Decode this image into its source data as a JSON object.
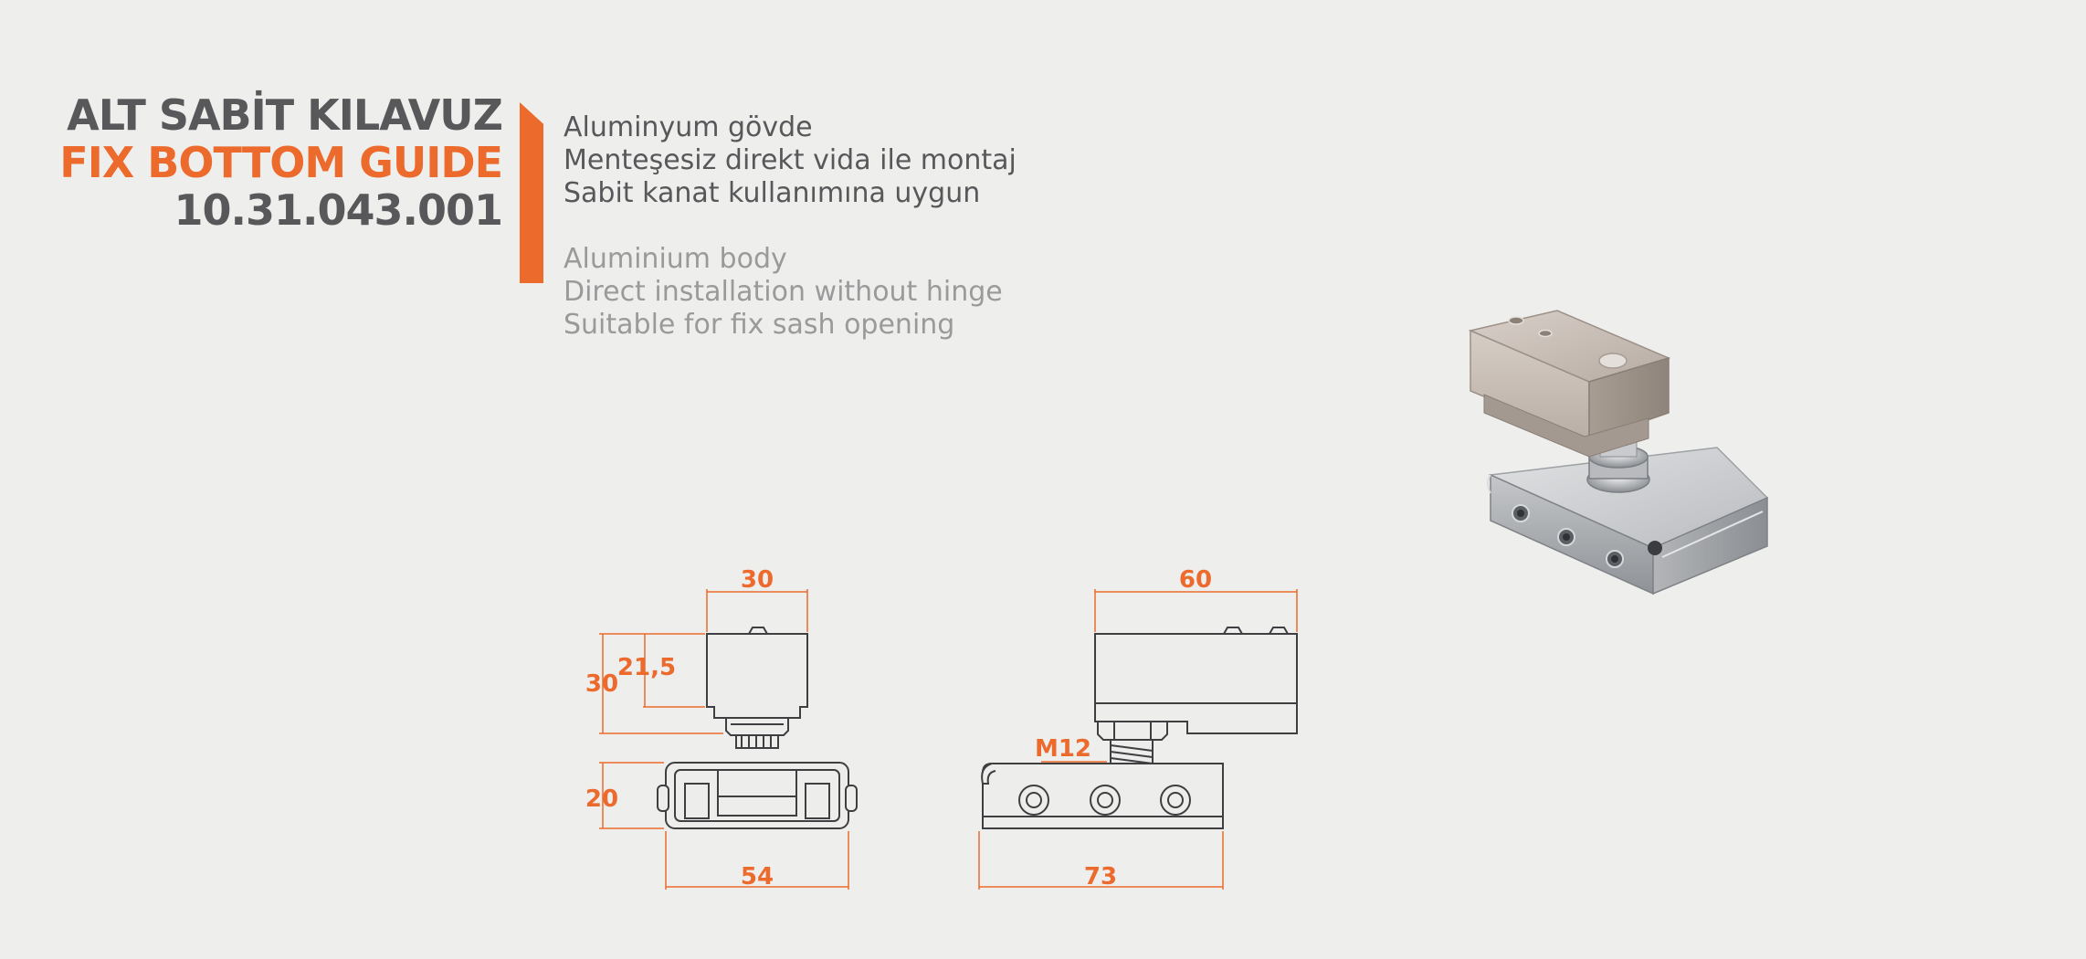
{
  "title": {
    "tr": "ALT SABİT KILAVUZ",
    "en": "FIX BOTTOM GUIDE",
    "code": "10.31.043.001"
  },
  "features": {
    "tr": [
      "Aluminyum gövde",
      "Menteşesiz direkt vida ile montaj",
      "Sabit kanat kullanımına uygun"
    ],
    "en": [
      "Aluminium body",
      "Direct installation without hinge",
      "Suitable for fix sash opening"
    ]
  },
  "dimensions": {
    "front_width_top": "30",
    "front_height_total": "30",
    "front_height_top": "21,5",
    "front_height_base": "20",
    "front_width_base": "54",
    "side_width_top": "60",
    "side_thread": "M12",
    "side_width_base": "73"
  },
  "colors": {
    "accent": "#ec6a2c",
    "text_dark": "#58585a",
    "text_light": "#9a9a9a",
    "background": "#eeeeed"
  }
}
